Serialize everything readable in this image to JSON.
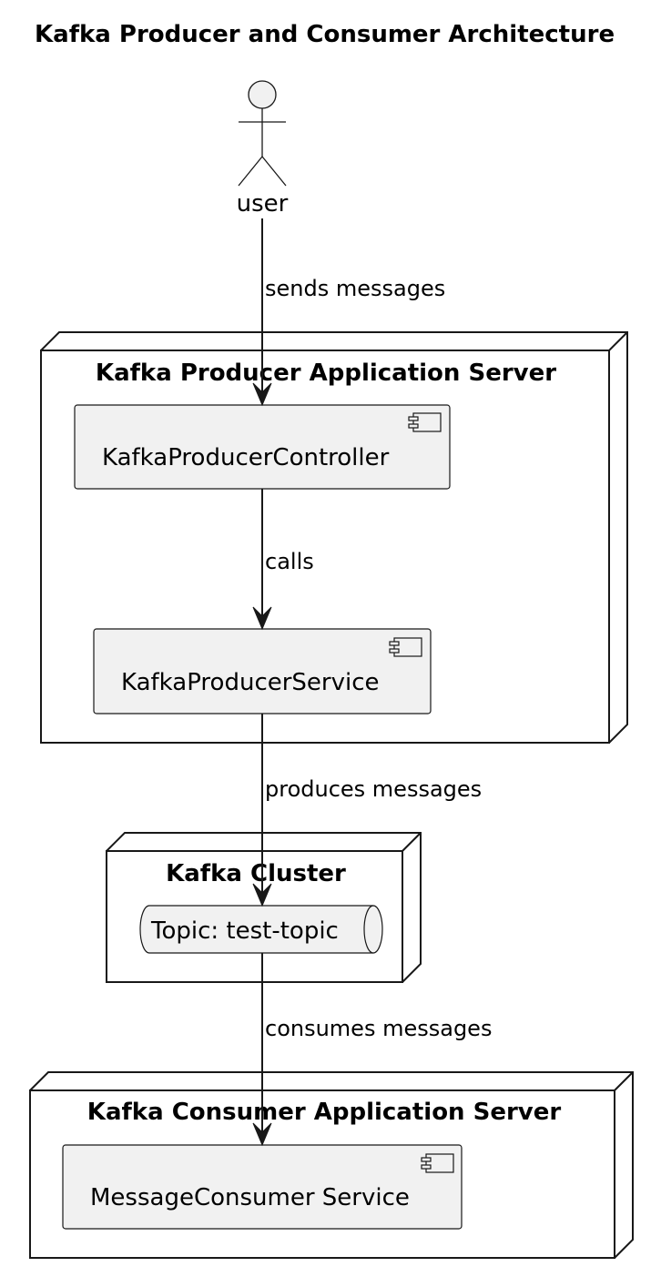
{
  "diagram": {
    "title": "Kafka Producer and Consumer Architecture",
    "actor": {
      "label": "user"
    },
    "nodes": {
      "producer_server": {
        "title": "Kafka Producer Application Server"
      },
      "cluster": {
        "title": "Kafka Cluster"
      },
      "consumer_server": {
        "title": "Kafka Consumer Application Server"
      }
    },
    "components": {
      "controller": {
        "label": "KafkaProducerController"
      },
      "service": {
        "label": "KafkaProducerService"
      },
      "topic": {
        "label": "Topic: test-topic"
      },
      "consumer": {
        "label": "MessageConsumer Service"
      }
    },
    "edges": {
      "user_to_controller": {
        "label": "sends messages"
      },
      "controller_to_service": {
        "label": "calls"
      },
      "service_to_topic": {
        "label": "produces messages"
      },
      "topic_to_consumer": {
        "label": "consumes messages"
      }
    },
    "colors": {
      "component_fill": "#f1f1f1",
      "stroke": "#181818",
      "background": "#ffffff"
    }
  }
}
